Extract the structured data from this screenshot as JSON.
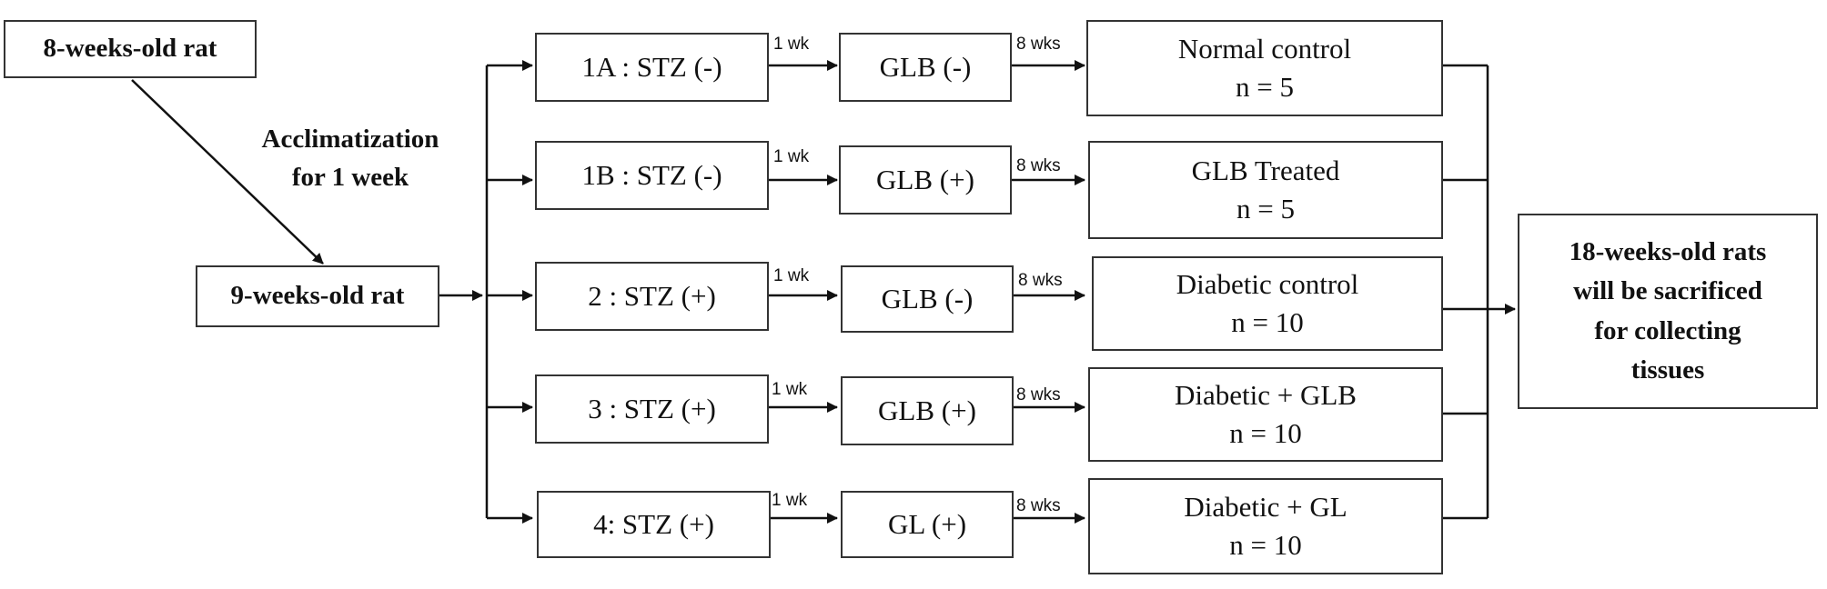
{
  "start": {
    "label": "8-weeks-old rat"
  },
  "acclimatization": {
    "line1": "Acclimatization",
    "line2": "for 1 week"
  },
  "mid": {
    "label": "9-weeks-old rat"
  },
  "groups": [
    {
      "id": "1a",
      "stz": "1A : STZ (-)",
      "dur1": "1 wk",
      "glb": "GLB (-)",
      "dur2": "8 wks",
      "outcome": "Normal control",
      "n": "n = 5"
    },
    {
      "id": "1b",
      "stz": "1B : STZ (-)",
      "dur1": "1 wk",
      "glb": "GLB (+)",
      "dur2": "8 wks",
      "outcome": "GLB Treated",
      "n": "n = 5"
    },
    {
      "id": "2",
      "stz": "2 : STZ (+)",
      "dur1": "1 wk",
      "glb": "GLB (-)",
      "dur2": "8 wks",
      "outcome": "Diabetic control",
      "n": "n = 10"
    },
    {
      "id": "3",
      "stz": "3 : STZ (+)",
      "dur1": "1 wk",
      "glb": "GLB (+)",
      "dur2": "8 wks",
      "outcome": "Diabetic + GLB",
      "n": "n = 10"
    },
    {
      "id": "4",
      "stz": "4: STZ (+)",
      "dur1": "1 wk",
      "glb": "GL (+)",
      "dur2": "8 wks",
      "outcome": "Diabetic + GL",
      "n": "n = 10"
    }
  ],
  "final": {
    "line1": "18-weeks-old rats",
    "line2": "will be sacrificed",
    "line3": "for collecting",
    "line4": "tissues"
  }
}
